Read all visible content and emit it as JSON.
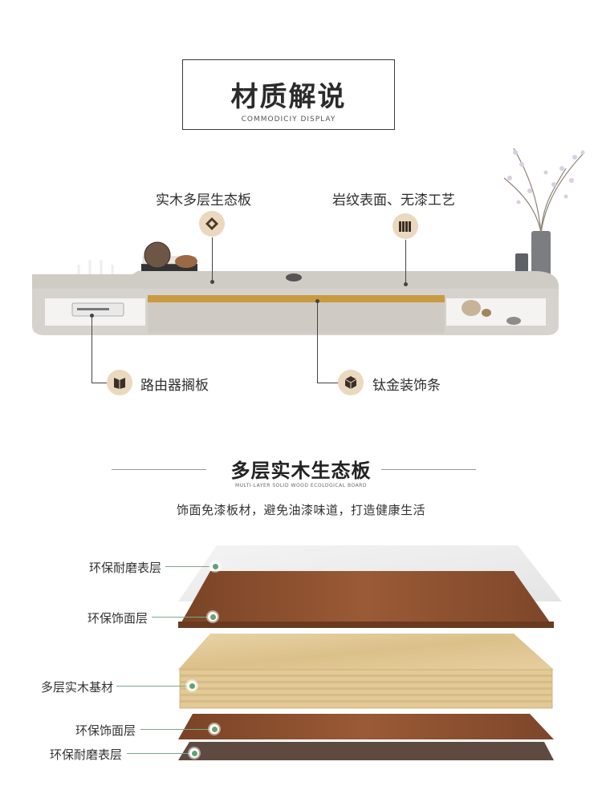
{
  "header": {
    "title": "材质解说",
    "subtitle": "COMMODICIY DISPLAY"
  },
  "features": {
    "top_left": "实木多层生态板",
    "top_right": "岩纹表面、无漆工艺",
    "bottom_left": "路由器搁板",
    "bottom_right": "钛金装饰条"
  },
  "section": {
    "title": "多层实木生态板",
    "subtitle": "MULTI-LAYER SOLID WOOD ECOLOGICAL BOARD",
    "description": "饰面免漆板材，避免油漆味道，打造健康生活"
  },
  "layers": [
    {
      "label": "环保耐磨表层"
    },
    {
      "label": "环保饰面层"
    },
    {
      "label": "多层实木基材"
    },
    {
      "label": "环保饰面层"
    },
    {
      "label": "环保耐磨表层"
    }
  ],
  "colors": {
    "accent_gold": "#c99a3f",
    "badge_bg": "#ead9bf",
    "indicator_green": "#5fa474",
    "cabinet_gray": "#d6d3ce",
    "walnut": "#8a4f2e",
    "oak": "#e3c99a"
  },
  "icons": [
    "wood-board-icon",
    "stone-texture-icon",
    "router-shelf-icon",
    "metal-strip-icon"
  ]
}
